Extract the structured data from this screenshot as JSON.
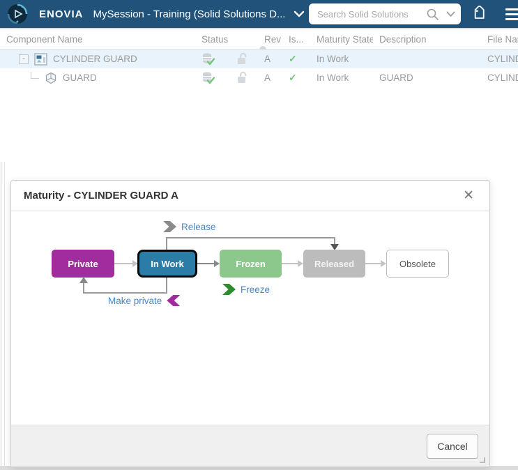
{
  "header": {
    "brand": "ENOVIA",
    "session_title": "MySession - Training (Solid Solutions D...",
    "search": {
      "placeholder": "Search Solid Solutions"
    }
  },
  "table": {
    "columns": [
      "Component Name",
      "Status",
      "",
      "Rev",
      "Is...",
      "Maturity State",
      "Description",
      "File Name"
    ],
    "rows": [
      {
        "toggle": "-",
        "name": "CYLINDER GUARD",
        "rev": "A",
        "is_ok": "✓",
        "maturity": "In Work",
        "description": "",
        "file": "CYLINDER GUARD"
      },
      {
        "name": "GUARD",
        "rev": "A",
        "is_ok": "✓",
        "maturity": "In Work",
        "description": "GUARD",
        "file": "CYLINDER GUARD"
      }
    ]
  },
  "dialog": {
    "title": "Maturity - CYLINDER GUARD A",
    "close_glyph": "✕",
    "cancel_label": "Cancel",
    "states": [
      {
        "label": "Private",
        "color": "#a02c9e"
      },
      {
        "label": "In Work",
        "color": "#2b7ca6"
      },
      {
        "label": "Frozen",
        "color": "#8cc88c"
      },
      {
        "label": "Released",
        "color": "#bcbcbc"
      },
      {
        "label": "Obsolete",
        "color": "#ffffff"
      }
    ],
    "transitions": {
      "release": {
        "label": "Release",
        "icon_color": "#8a8a8a"
      },
      "freeze": {
        "label": "Freeze",
        "icon_color": "#2e8b2e"
      },
      "make_private": {
        "label": "Make private",
        "icon_color": "#a02c9e"
      }
    }
  },
  "colors": {
    "topbar": "#20527a",
    "row_highlight": "#e9f3fb",
    "link_blue": "#4a86c8",
    "check_green": "#76c47a"
  }
}
